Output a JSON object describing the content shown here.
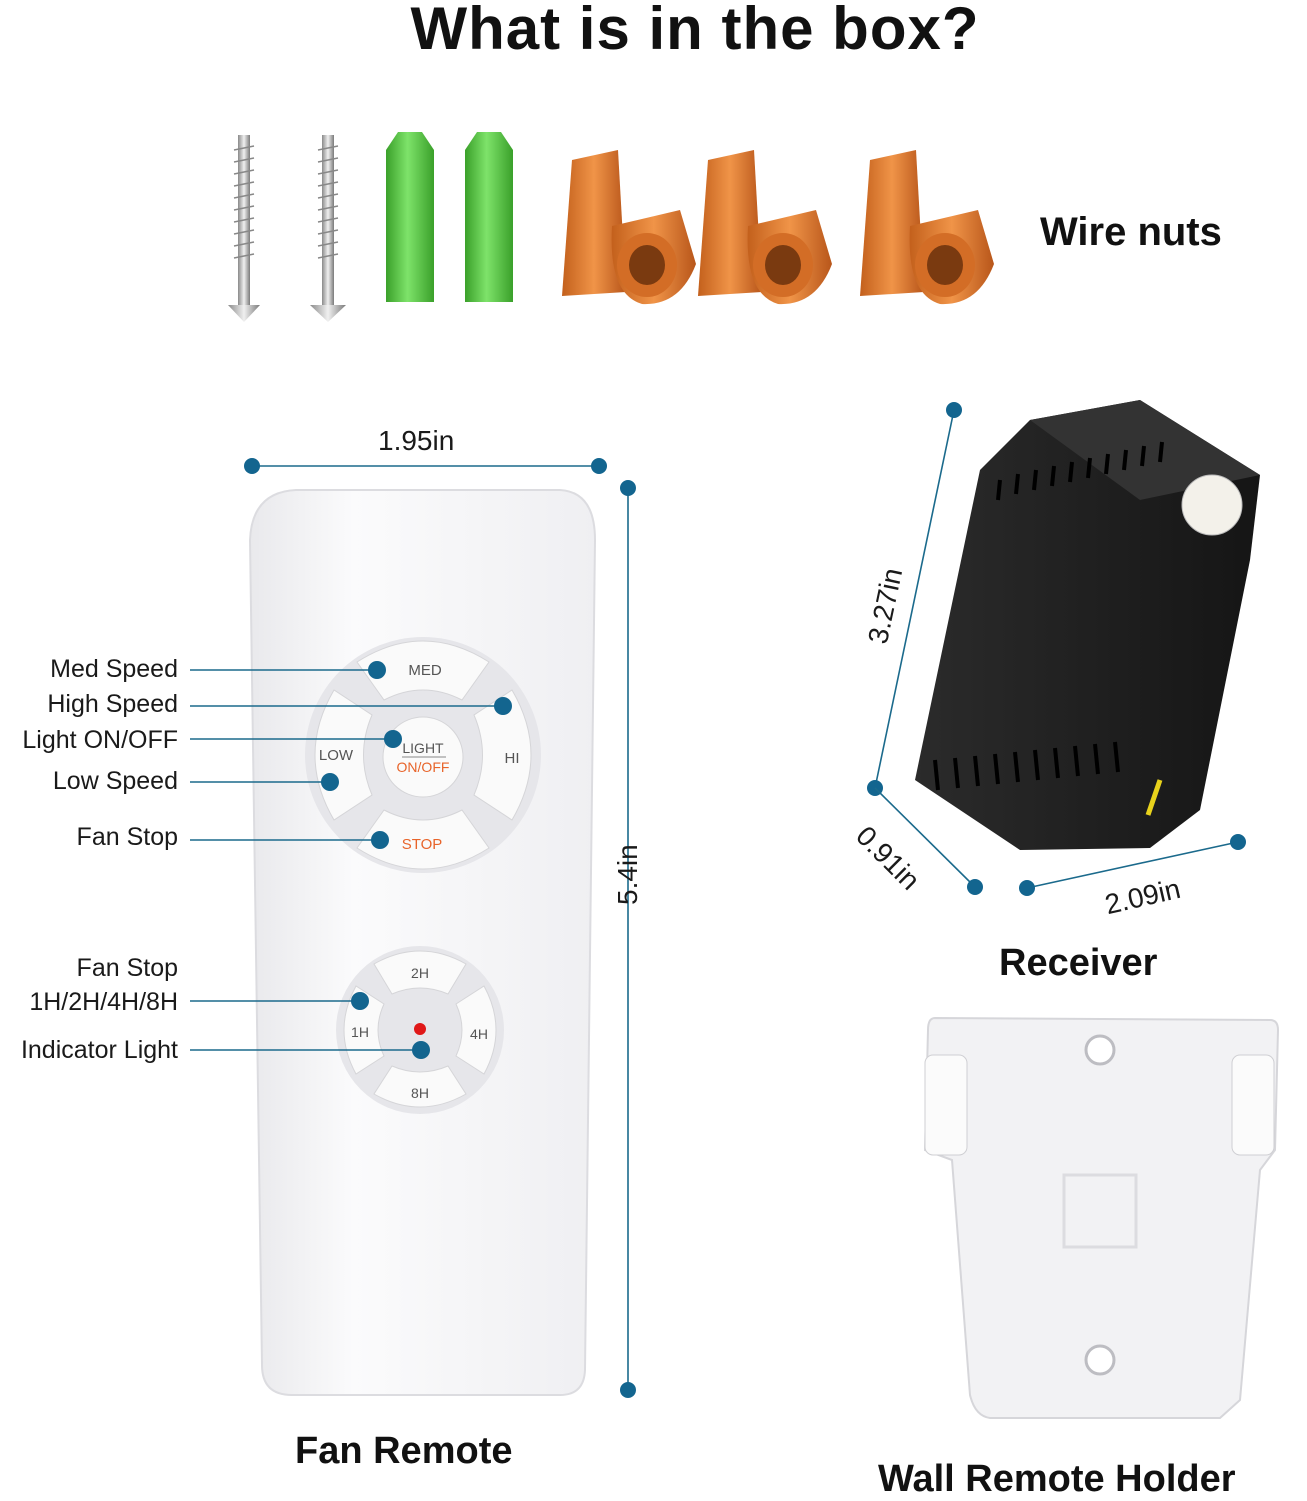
{
  "title": "What is in the box?",
  "labels": {
    "wire_nuts": "Wire nuts",
    "fan_remote": "Fan Remote",
    "receiver": "Receiver",
    "wall_holder": "Wall Remote Holder"
  },
  "dimensions": {
    "remote_width": "1.95in",
    "remote_height": "5.4in",
    "receiver_height": "3.27in",
    "receiver_depth": "0.91in",
    "receiver_width": "2.09in"
  },
  "callouts": {
    "med_speed": "Med Speed",
    "high_speed": "High Speed",
    "light_onoff": "Light ON/OFF",
    "low_speed": "Low Speed",
    "fan_stop": "Fan Stop",
    "fan_stop_timer_1": "Fan Stop",
    "fan_stop_timer_2": "1H/2H/4H/8H",
    "indicator_light": "Indicator Light"
  },
  "buttons": {
    "med": "MED",
    "hi": "HI",
    "low": "LOW",
    "light": "LIGHT",
    "onoff": "ON/OFF",
    "stop": "STOP",
    "t2h": "2H",
    "t1h": "1H",
    "t4h": "4H",
    "t8h": "8H"
  },
  "colors": {
    "accent_dot": "#13658f",
    "screw_anchor": "#4dc43a",
    "wire_nut": "#e07a2c",
    "receiver_body": "#1e1e1e",
    "orange_text": "#e8642a",
    "indicator_red": "#e01818"
  }
}
